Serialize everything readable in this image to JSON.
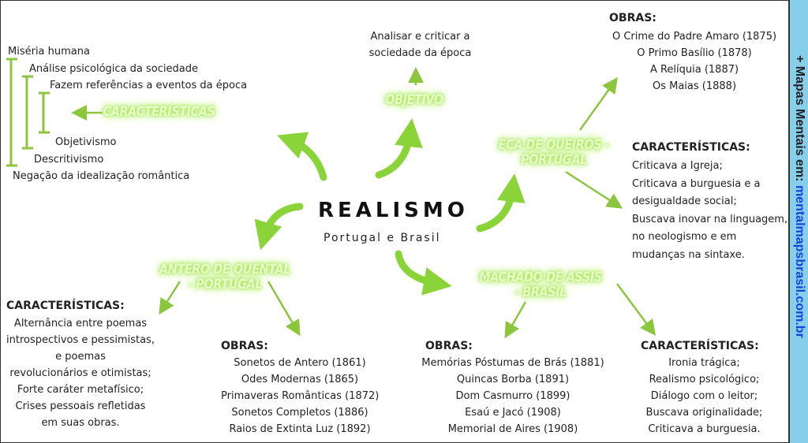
{
  "center": {
    "title": "REALISMO",
    "subtitle": "Portugal e Brasil"
  },
  "caracteristicas_gerais": {
    "label": "CARACTERÍSTICAS",
    "items": [
      "Miséria humana",
      "Análise psicológica da sociedade",
      "Fazem referências a eventos da época",
      "Objetivismo",
      "Descritivismo",
      "Negação da idealização romântica"
    ]
  },
  "objetivo": {
    "label": "OBJETIVO",
    "text": [
      "Analisar e criticar a",
      "sociedade da época"
    ]
  },
  "eca": {
    "label": [
      "EÇA DE QUEIRÓS -",
      "PORTUGAL"
    ],
    "obras_title": "OBRAS",
    "obras": [
      "O Crime do Padre Amaro (1875)",
      "O Primo Basílio (1878)",
      "A Relíquia (1887)",
      "Os Maias (1888)"
    ],
    "carac_title": "CARACTERÍSTICAS",
    "carac": [
      "Criticava a Igreja;",
      "Criticava a burguesia e a",
      "desigualdade social;",
      "Buscava inovar na linguagem,",
      "no neologismo e em",
      "mudanças na sintaxe."
    ]
  },
  "antero": {
    "label": [
      "ANTERO DE QUENTAL",
      "- PORTUGAL"
    ],
    "carac_title": "CARACTERÍSTICAS",
    "carac": [
      "Alternância entre poemas",
      "introspectivos e pessimistas,",
      "e poemas",
      "revolucionários e otimistas;",
      "Forte caráter metafísico;",
      "Crises pessoais refletidas",
      "em suas obras."
    ],
    "obras_title": "OBRAS",
    "obras": [
      "Sonetos de Antero (1861)",
      "Odes Modernas (1865)",
      "Primaveras Românticas (1872)",
      "Sonetos Completos (1886)",
      "Raios de Extinta Luz (1892)"
    ]
  },
  "machado": {
    "label": [
      "MACHADO DE ASSIS",
      "- BRASIL"
    ],
    "obras_title": "OBRAS",
    "obras": [
      "Memórias Póstumas de Brás (1881)",
      "Quincas Borba (1891)",
      "Dom Casmurro (1899)",
      "Esaú e Jacó (1908)",
      "Memorial de Aires (1908)"
    ],
    "carac_title": "CARACTERÍSTICAS",
    "carac": [
      "Ironia trágica;",
      "Realismo psicológico;",
      "Diálogo com o leitor;",
      "Buscava originalidade;",
      "Criticava a burguesia."
    ]
  },
  "sidebar": {
    "prefix": "+ Mapas Mentais em: ",
    "url": "mentalmapsbrasil.com.br"
  },
  "colors": {
    "arrow": "#8ad43a",
    "line": "#8cc63f",
    "sidebar": "#87ceeb",
    "link": "#1a3fe0"
  }
}
